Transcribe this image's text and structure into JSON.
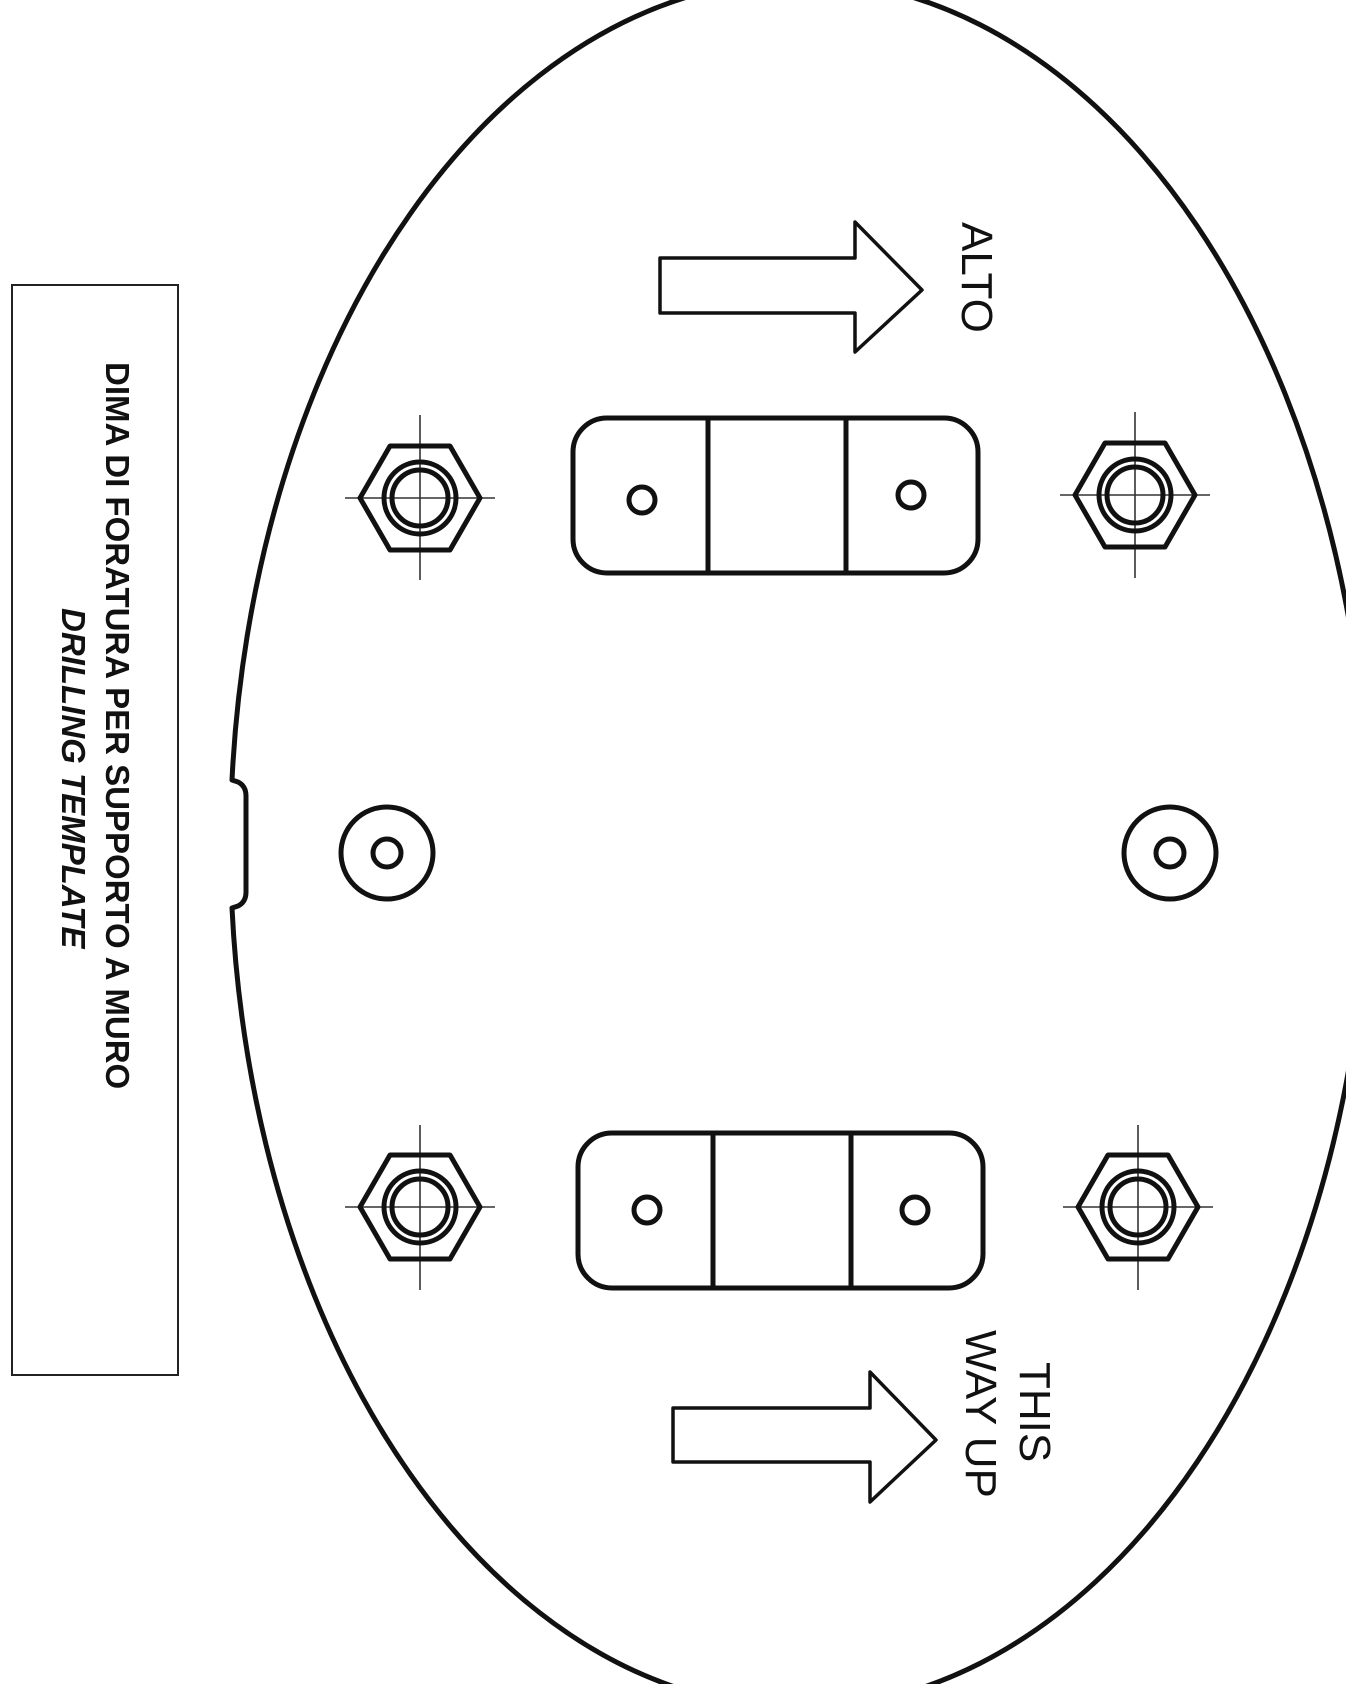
{
  "title_box": {
    "line1": "DIMA DI FORATURA PER SUPPORTO A MURO",
    "line2": "DRILLING TEMPLATE"
  },
  "labels": {
    "top_arrow_label": "ALTO",
    "bottom_arrow_label_line1": "THIS",
    "bottom_arrow_label_line2": "WAY UP"
  },
  "icons": {
    "arrows": "right-arrow-icon",
    "hex_nuts": "hex-nut-icon",
    "holes": "ring-hole-icon"
  },
  "colors": {
    "ink": "#111111",
    "paper": "#ffffff"
  }
}
